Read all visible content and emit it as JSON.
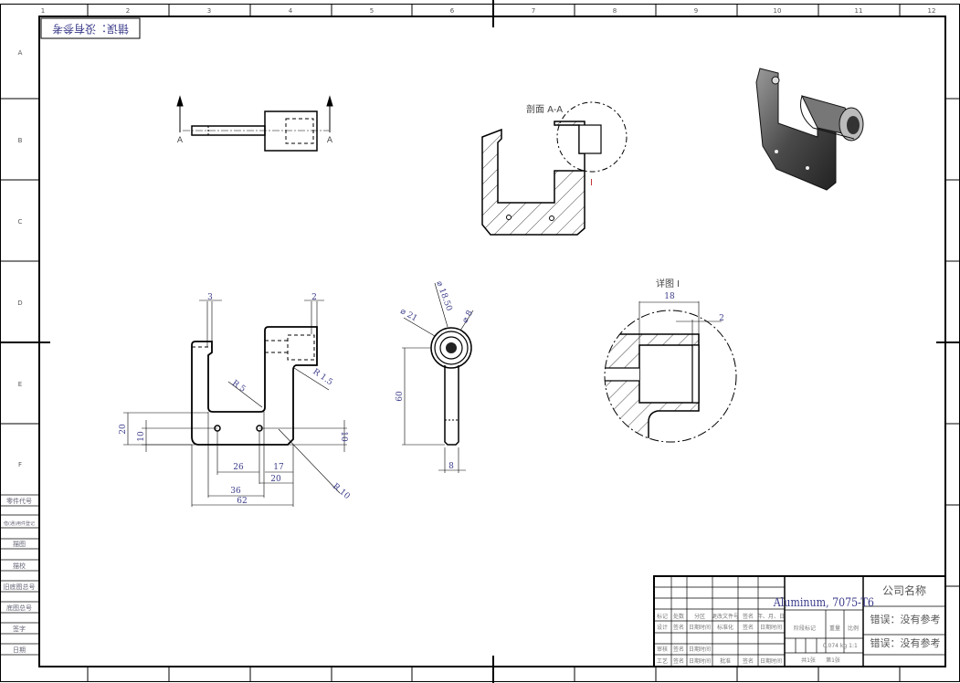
{
  "sheet": {
    "top_zones": [
      "1",
      "2",
      "3",
      "4",
      "5",
      "6",
      "7",
      "8",
      "9",
      "10",
      "11",
      "12"
    ],
    "side_zones": [
      "A",
      "B",
      "C",
      "D",
      "E",
      "F"
    ],
    "corner_label": "错误：没有参考"
  },
  "left_strip": [
    "零件代号",
    "借(通)用件登记",
    "描图",
    "描校",
    "旧底图总号",
    "底图总号",
    "签字",
    "日期"
  ],
  "views": {
    "section_arrow_label": "A",
    "section_title": "剖面 A-A",
    "detail_marker": "I",
    "detail_title": "详图 I"
  },
  "dimensions": {
    "front": [
      "3",
      "2",
      "R 5",
      "R 1.5",
      "20",
      "10",
      "10",
      "26",
      "17",
      "20",
      "36",
      "62",
      "R 10"
    ],
    "side": [
      "⌀ 21",
      "⌀ 18.50",
      "⌀ 8",
      "60",
      "8"
    ],
    "detail": [
      "18",
      "2"
    ]
  },
  "title_block": {
    "material": "Aluminum, 7075-T6",
    "company": "公司名称",
    "drawing_name": "错误：没有参考",
    "drawing_number": "错误：没有参考",
    "header_row": [
      "标记",
      "处数",
      "分区",
      "更改文件号",
      "签名",
      "年、月、日"
    ],
    "design_label": "设计",
    "review_label": "审核",
    "process_label": "工艺",
    "standard_label": "标准化",
    "approve_label": "批准",
    "sign_placeholder": "签名",
    "date_placeholder": "日期时间",
    "stage_label": "阶段标记",
    "weight_label": "重量",
    "scale_label": "比例",
    "weight": "0.074 kg",
    "scale": "1:1",
    "sheets_total": "共1张",
    "sheet_no": "第1张"
  }
}
